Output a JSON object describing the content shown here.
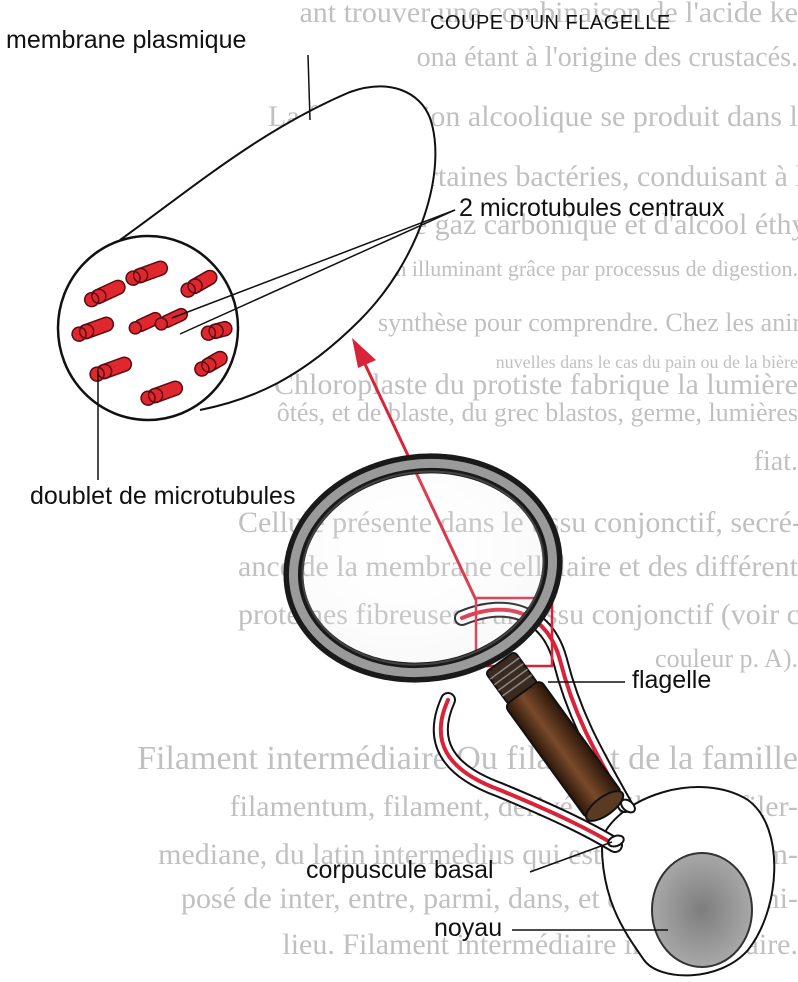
{
  "title": "COUPE D’UN FLAGELLE",
  "labels": {
    "membrane": "membrane plasmique",
    "central": "2 microtubules centraux",
    "doublet": "doublet de microtubules",
    "flagelle": "flagelle",
    "corpuscule": "corpuscule basal",
    "noyau": "noyau"
  },
  "background_text": [
    "ant trouver une combinaison de l'acide ke",
    "ona étant à l'origine des crustacés.",
    "La fermentation alcoolique se produit dans les",
    "levures et certaines bactéries, conduisant à la for-",
    "mation de gaz carbonique et d'alcool éthylique",
    "en illuminant grâce par processus de digestion.",
    "synthèse pour comprendre. Chez les animaux",
    "nuvelles dans le cas du pain ou de la bière",
    "Chloroplaste du protiste fabrique la lumière",
    "ôtés, et de blaste, du grec blastos, germe, lumières",
    "fiat.",
    "Cellule présente dans le tissu conjonctif, secré-",
    "ance de la membrane cellulaire et des différentes",
    "protéines fibreuses d'un tissu conjonctif (voir cahier",
    "couleur p. A).",
    "Filament intermédiaire Ou filament de la famille",
    "filamentum, filament, dérivé de filum, fil; filer-",
    "mediane, du latin intermedius qui est au milieu, com-",
    "posé de inter, entre, parmi, dans, et de medium, mi-",
    "lieu. Filament intermédiaire intracellulaire."
  ]
}
